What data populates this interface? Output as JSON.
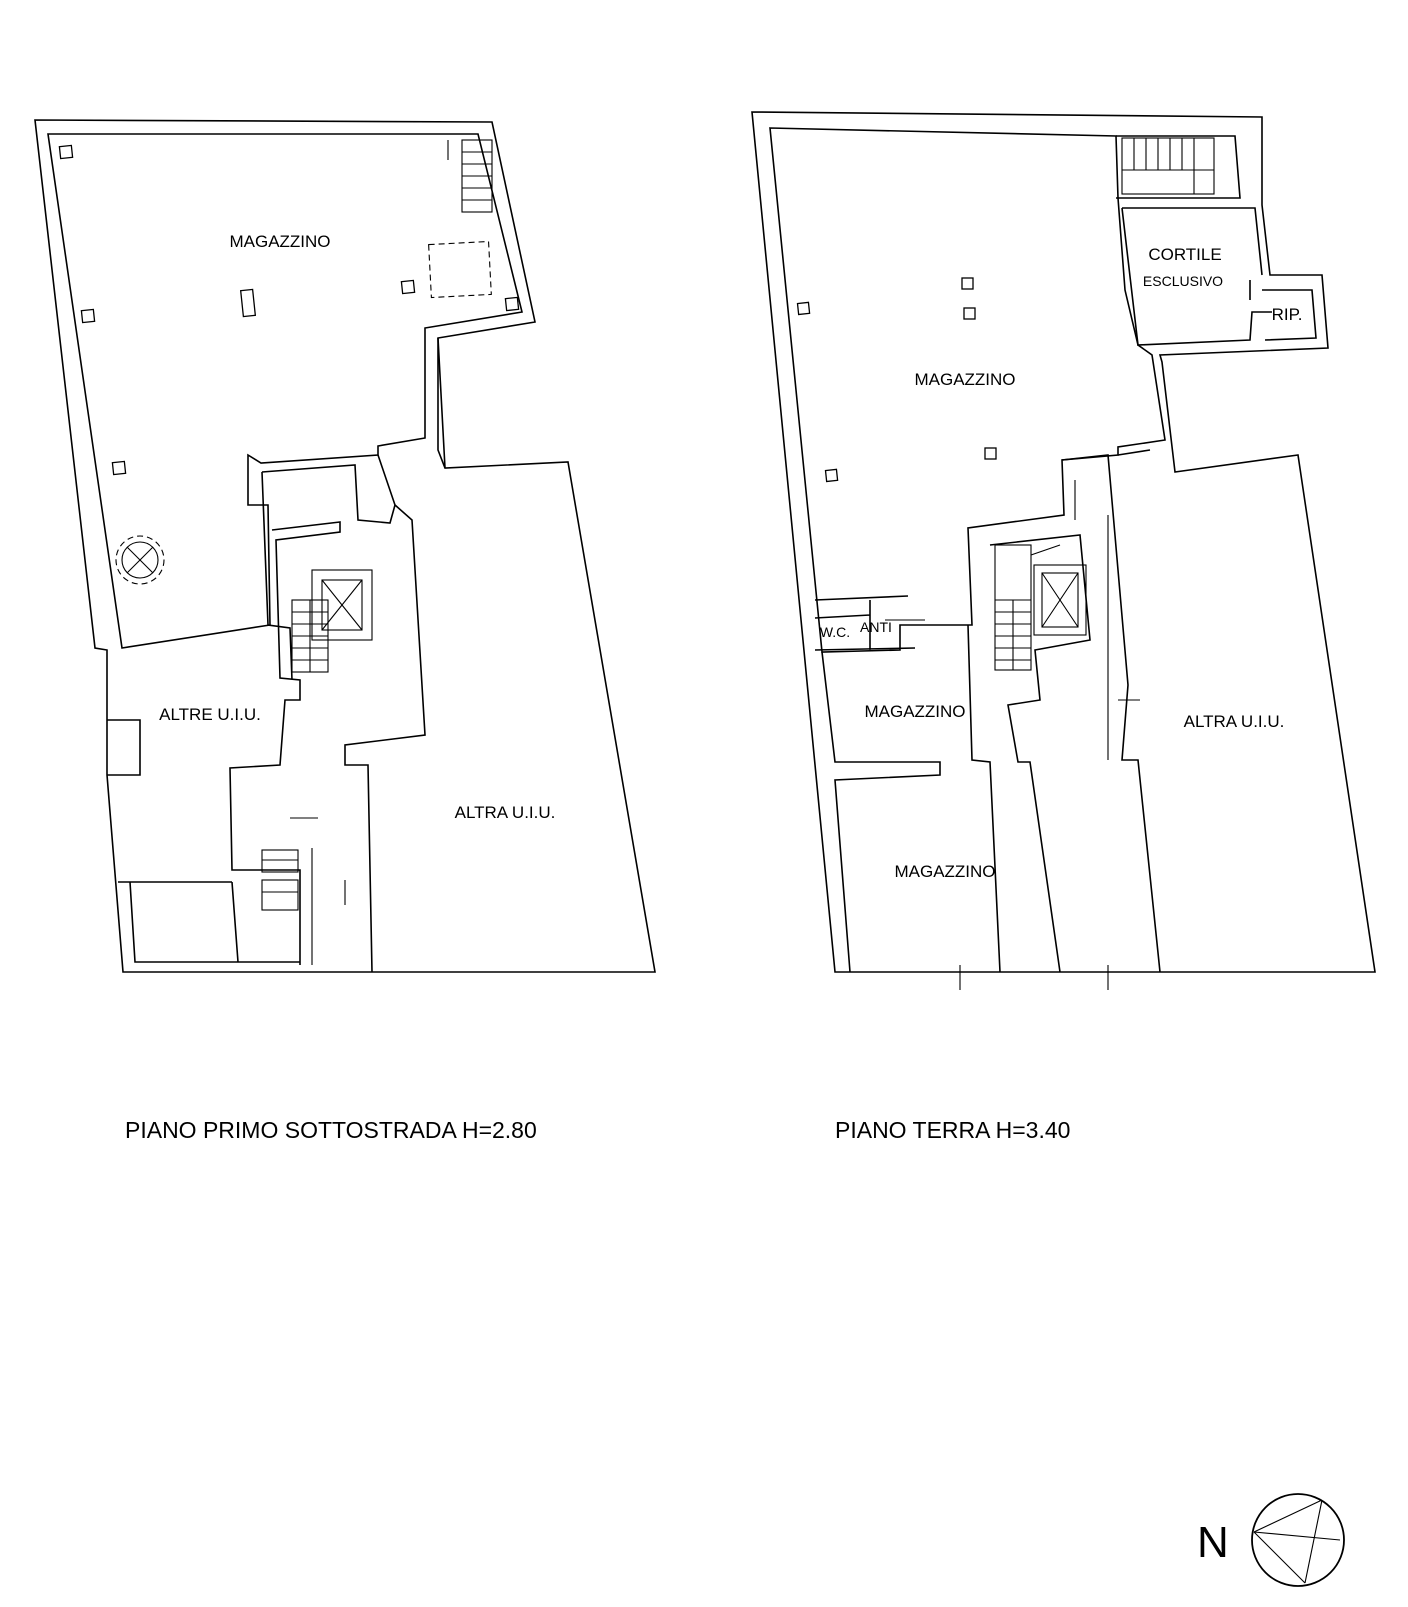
{
  "plans": [
    {
      "caption": "PIANO PRIMO SOTTOSTRADA H=2.80",
      "rooms": {
        "magazzino": "MAGAZZINO",
        "altre_uiu": "ALTRE U.I.U.",
        "altra_uiu": "ALTRA U.I.U."
      }
    },
    {
      "caption": "PIANO TERRA H=3.40",
      "rooms": {
        "magazzino_main": "MAGAZZINO",
        "cortile": "CORTILE",
        "esclusivo": "ESCLUSIVO",
        "rip": "RIP.",
        "wc": "W.C.",
        "anti": "ANTI",
        "magazzino_mid": "MAGAZZINO",
        "magazzino_low": "MAGAZZINO",
        "altra_uiu": "ALTRA U.I.U."
      }
    }
  ],
  "north_arrow": {
    "label": "N",
    "icon": "compass-rose-icon"
  }
}
